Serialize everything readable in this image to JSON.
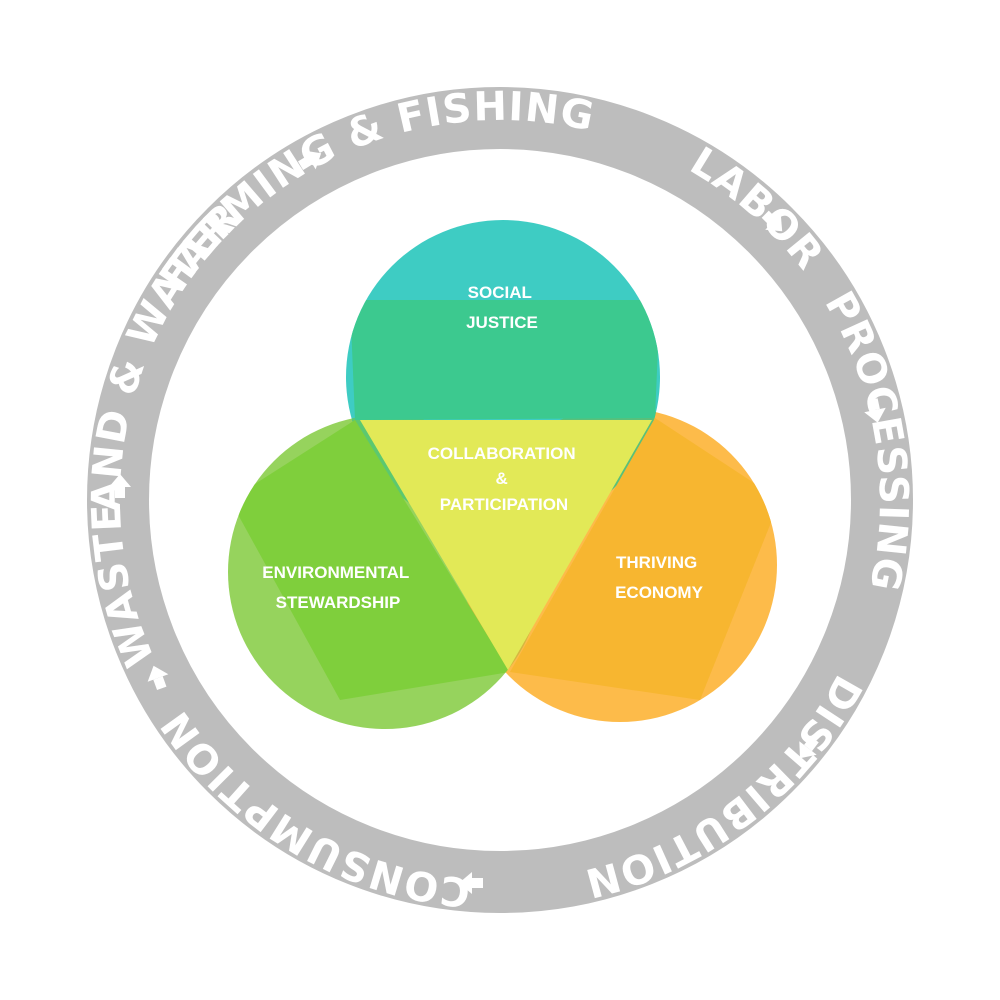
{
  "ring": {
    "color": "#bdbdbd",
    "text_color": "#ffffff",
    "stages": [
      {
        "label": "FARMING & FISHING",
        "offset": "19%"
      },
      {
        "label": "LABOR",
        "offset": "36.5%"
      },
      {
        "label": "PROCESSING",
        "offset": "47.5%"
      },
      {
        "label": "DISTRIBUTION",
        "offset": "64.5%"
      },
      {
        "label": "CONSUMPTION",
        "offset": "83.5%"
      },
      {
        "label": "WASTE",
        "offset": "96.5%"
      },
      {
        "label": "LAND & WATER",
        "offset": "5.8%"
      }
    ]
  },
  "venn": {
    "top": {
      "lines": [
        "SOCIAL",
        "JUSTICE"
      ],
      "color": "#2ec8be"
    },
    "left": {
      "lines": [
        "ENVIRONMENTAL",
        "STEWARDSHIP"
      ],
      "color": "#8dcf4f"
    },
    "right": {
      "lines": [
        "THRIVING",
        "ECONOMY"
      ],
      "color": "#fdb53b"
    },
    "center": {
      "lines": [
        "COLLABORATION",
        "&",
        "PARTICIPATION"
      ],
      "color": "#e2e957"
    }
  }
}
